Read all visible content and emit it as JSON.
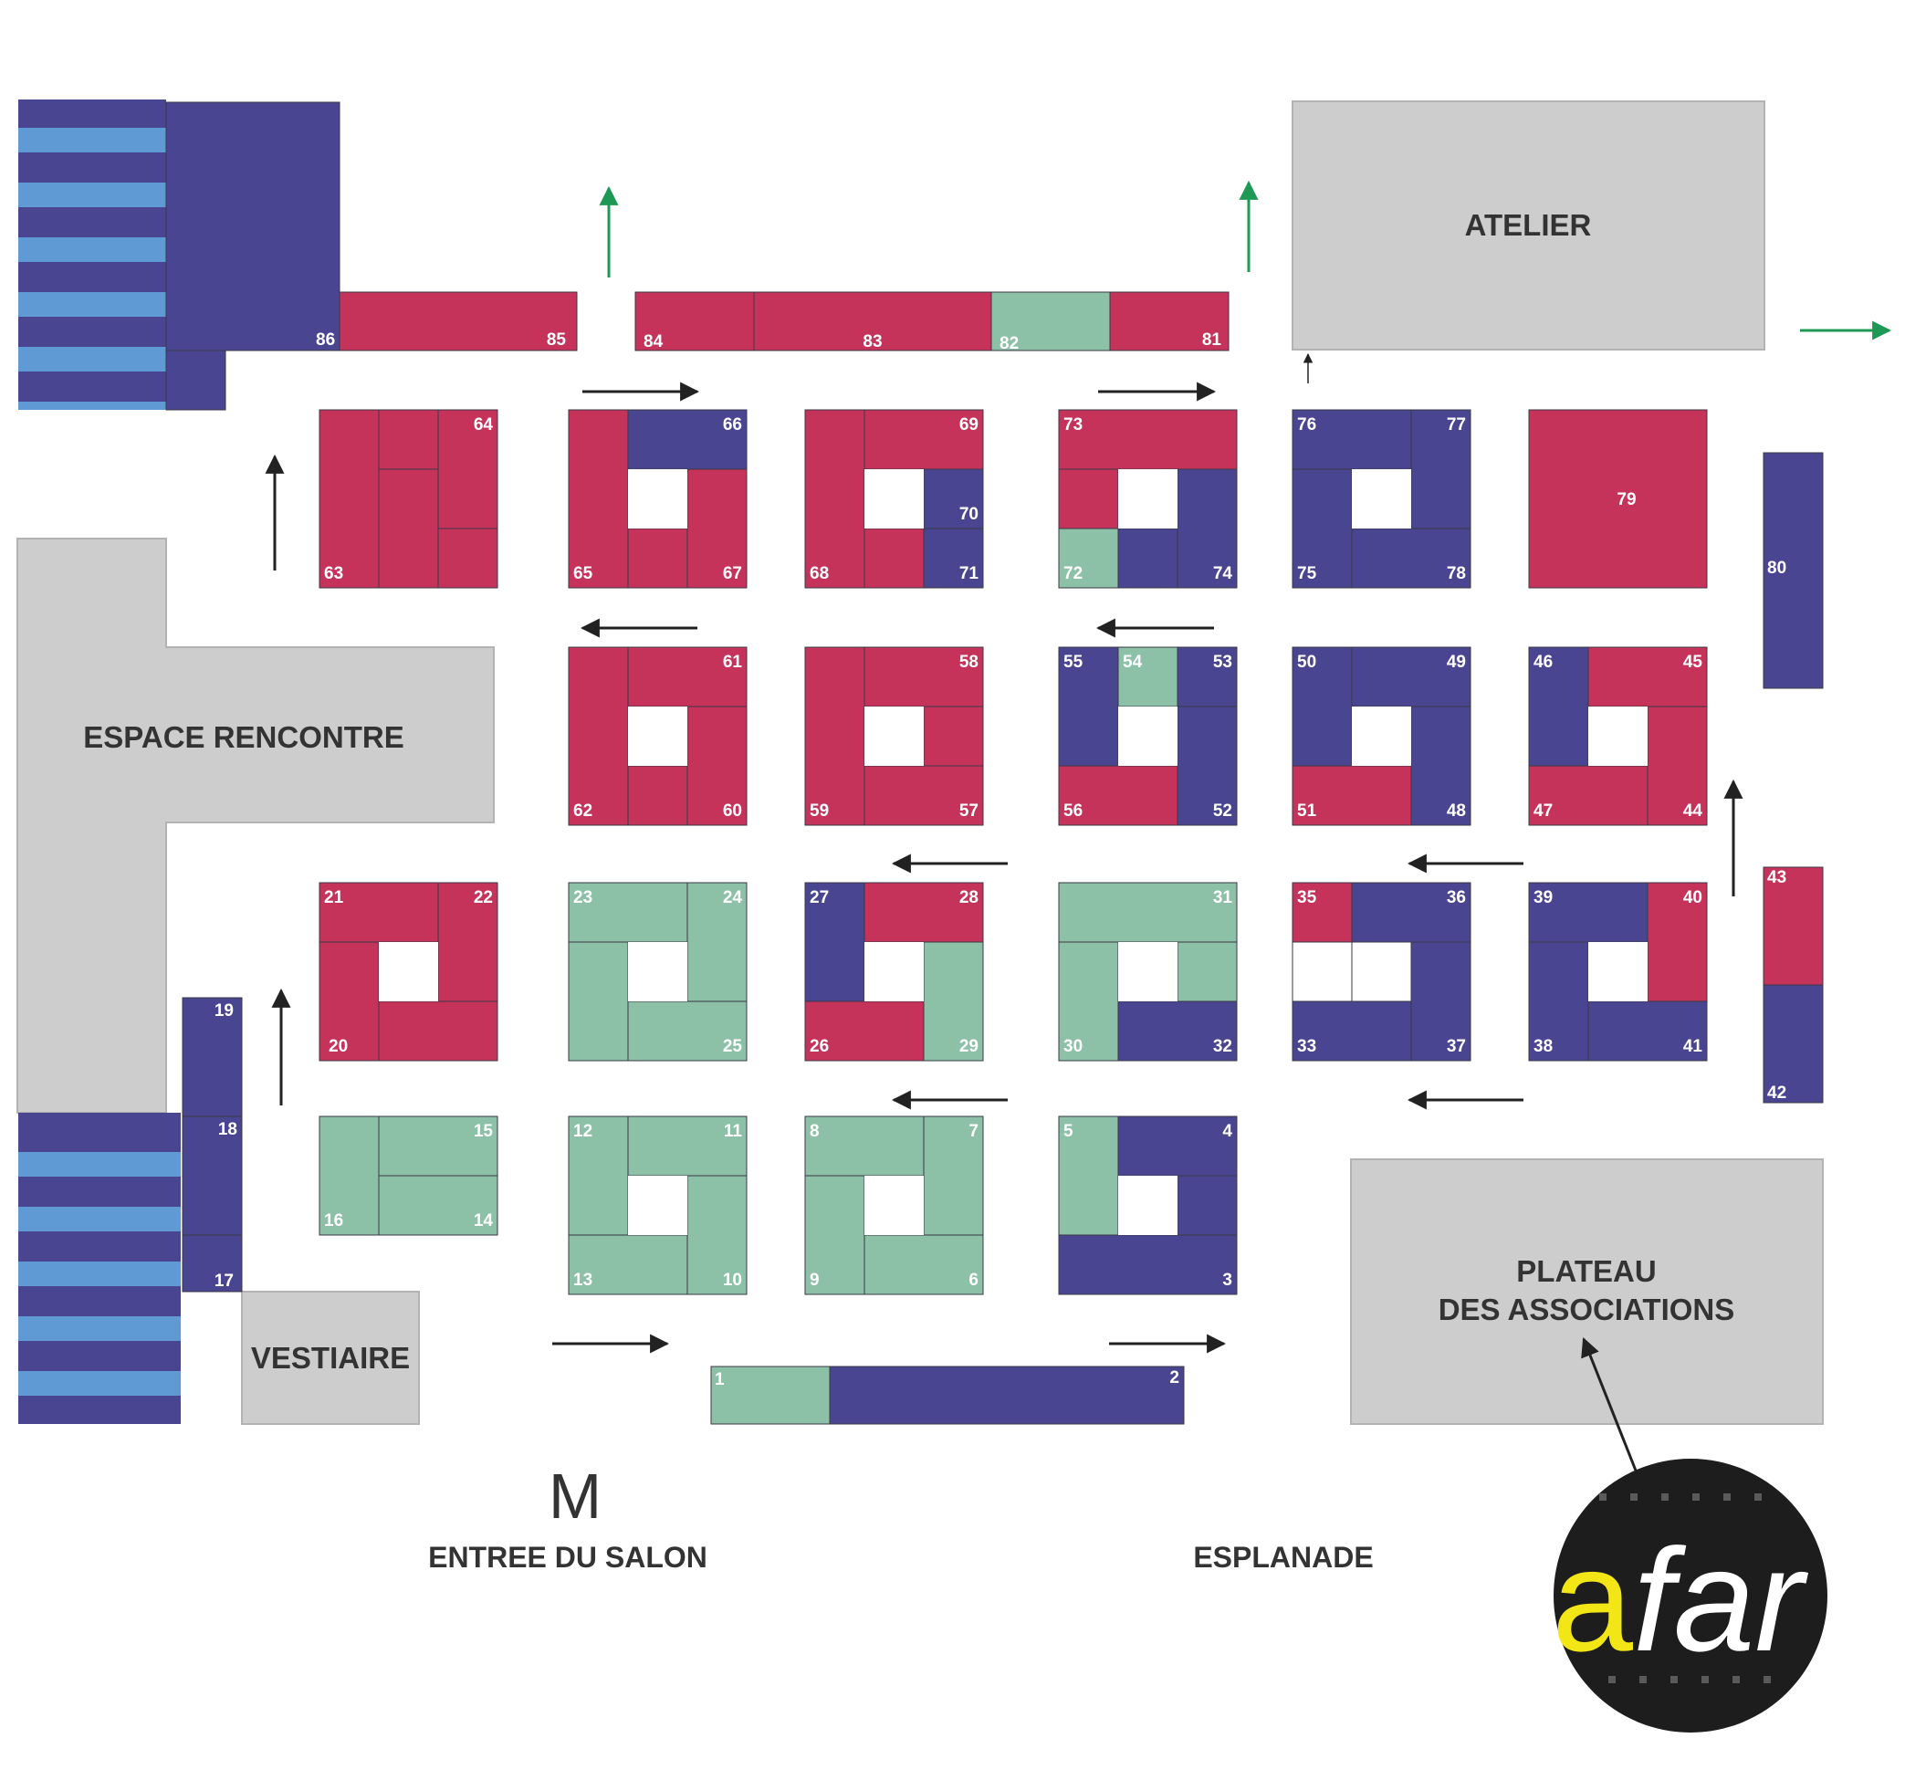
{
  "colors": {
    "red": "#c5325a",
    "blue": "#4a4590",
    "green": "#8cc0a7",
    "grey_area": "#cdcdcd",
    "stripe_light": "#5f9ad4",
    "arrow_black": "#222222",
    "arrow_green": "#1e9955",
    "logo_bg": "#1d1d1d",
    "logo_yellow": "#f3e616"
  },
  "areas": {
    "atelier": "ATELIER",
    "espace_rencontre": "ESPACE RENCONTRE",
    "vestiaire": "VESTIAIRE",
    "plateau_line1": "PLATEAU",
    "plateau_line2": "DES ASSOCIATIONS"
  },
  "footer": {
    "metro": "M",
    "entree": "ENTREE DU SALON",
    "esplanade": "ESPLANADE"
  },
  "logo": {
    "letter": "a",
    "rest": "far"
  },
  "legend_note": "",
  "stands": [
    {
      "n": "1",
      "c": "green"
    },
    {
      "n": "2",
      "c": "blue"
    },
    {
      "n": "3",
      "c": "blue"
    },
    {
      "n": "4",
      "c": "blue"
    },
    {
      "n": "5",
      "c": "green"
    },
    {
      "n": "6",
      "c": "green"
    },
    {
      "n": "7",
      "c": "green"
    },
    {
      "n": "8",
      "c": "green"
    },
    {
      "n": "9",
      "c": "green"
    },
    {
      "n": "10",
      "c": "green"
    },
    {
      "n": "11",
      "c": "green"
    },
    {
      "n": "12",
      "c": "green"
    },
    {
      "n": "13",
      "c": "green"
    },
    {
      "n": "14",
      "c": "green"
    },
    {
      "n": "15",
      "c": "green"
    },
    {
      "n": "16",
      "c": "green"
    },
    {
      "n": "17",
      "c": "blue"
    },
    {
      "n": "18",
      "c": "blue"
    },
    {
      "n": "19",
      "c": "blue"
    },
    {
      "n": "20",
      "c": "red"
    },
    {
      "n": "21",
      "c": "red"
    },
    {
      "n": "22",
      "c": "red"
    },
    {
      "n": "23",
      "c": "green"
    },
    {
      "n": "24",
      "c": "green"
    },
    {
      "n": "25",
      "c": "green"
    },
    {
      "n": "26",
      "c": "red"
    },
    {
      "n": "27",
      "c": "blue"
    },
    {
      "n": "28",
      "c": "red"
    },
    {
      "n": "29",
      "c": "green"
    },
    {
      "n": "30",
      "c": "green"
    },
    {
      "n": "31",
      "c": "green"
    },
    {
      "n": "32",
      "c": "blue"
    },
    {
      "n": "33",
      "c": "blue"
    },
    {
      "n": "35",
      "c": "red"
    },
    {
      "n": "36",
      "c": "blue"
    },
    {
      "n": "37",
      "c": "blue"
    },
    {
      "n": "38",
      "c": "blue"
    },
    {
      "n": "39",
      "c": "blue"
    },
    {
      "n": "40",
      "c": "red"
    },
    {
      "n": "41",
      "c": "blue"
    },
    {
      "n": "42",
      "c": "blue"
    },
    {
      "n": "43",
      "c": "red"
    },
    {
      "n": "44",
      "c": "red"
    },
    {
      "n": "45",
      "c": "red"
    },
    {
      "n": "46",
      "c": "blue"
    },
    {
      "n": "47",
      "c": "red"
    },
    {
      "n": "48",
      "c": "blue"
    },
    {
      "n": "49",
      "c": "blue"
    },
    {
      "n": "50",
      "c": "blue"
    },
    {
      "n": "51",
      "c": "red"
    },
    {
      "n": "52",
      "c": "blue"
    },
    {
      "n": "53",
      "c": "blue"
    },
    {
      "n": "54",
      "c": "green"
    },
    {
      "n": "55",
      "c": "blue"
    },
    {
      "n": "56",
      "c": "red"
    },
    {
      "n": "57",
      "c": "red"
    },
    {
      "n": "58",
      "c": "red"
    },
    {
      "n": "59",
      "c": "red"
    },
    {
      "n": "60",
      "c": "red"
    },
    {
      "n": "61",
      "c": "red"
    },
    {
      "n": "62",
      "c": "red"
    },
    {
      "n": "63",
      "c": "red"
    },
    {
      "n": "64",
      "c": "red"
    },
    {
      "n": "65",
      "c": "red"
    },
    {
      "n": "66",
      "c": "blue"
    },
    {
      "n": "67",
      "c": "red"
    },
    {
      "n": "68",
      "c": "red"
    },
    {
      "n": "69",
      "c": "red"
    },
    {
      "n": "70",
      "c": "blue"
    },
    {
      "n": "71",
      "c": "blue"
    },
    {
      "n": "72",
      "c": "green"
    },
    {
      "n": "73",
      "c": "red"
    },
    {
      "n": "74",
      "c": "blue"
    },
    {
      "n": "75",
      "c": "blue"
    },
    {
      "n": "76",
      "c": "blue"
    },
    {
      "n": "77",
      "c": "blue"
    },
    {
      "n": "78",
      "c": "blue"
    },
    {
      "n": "79",
      "c": "red"
    },
    {
      "n": "80",
      "c": "blue"
    },
    {
      "n": "81",
      "c": "red"
    },
    {
      "n": "82",
      "c": "green"
    },
    {
      "n": "83",
      "c": "red"
    },
    {
      "n": "84",
      "c": "red"
    },
    {
      "n": "85",
      "c": "red"
    },
    {
      "n": "86",
      "c": "blue"
    }
  ]
}
